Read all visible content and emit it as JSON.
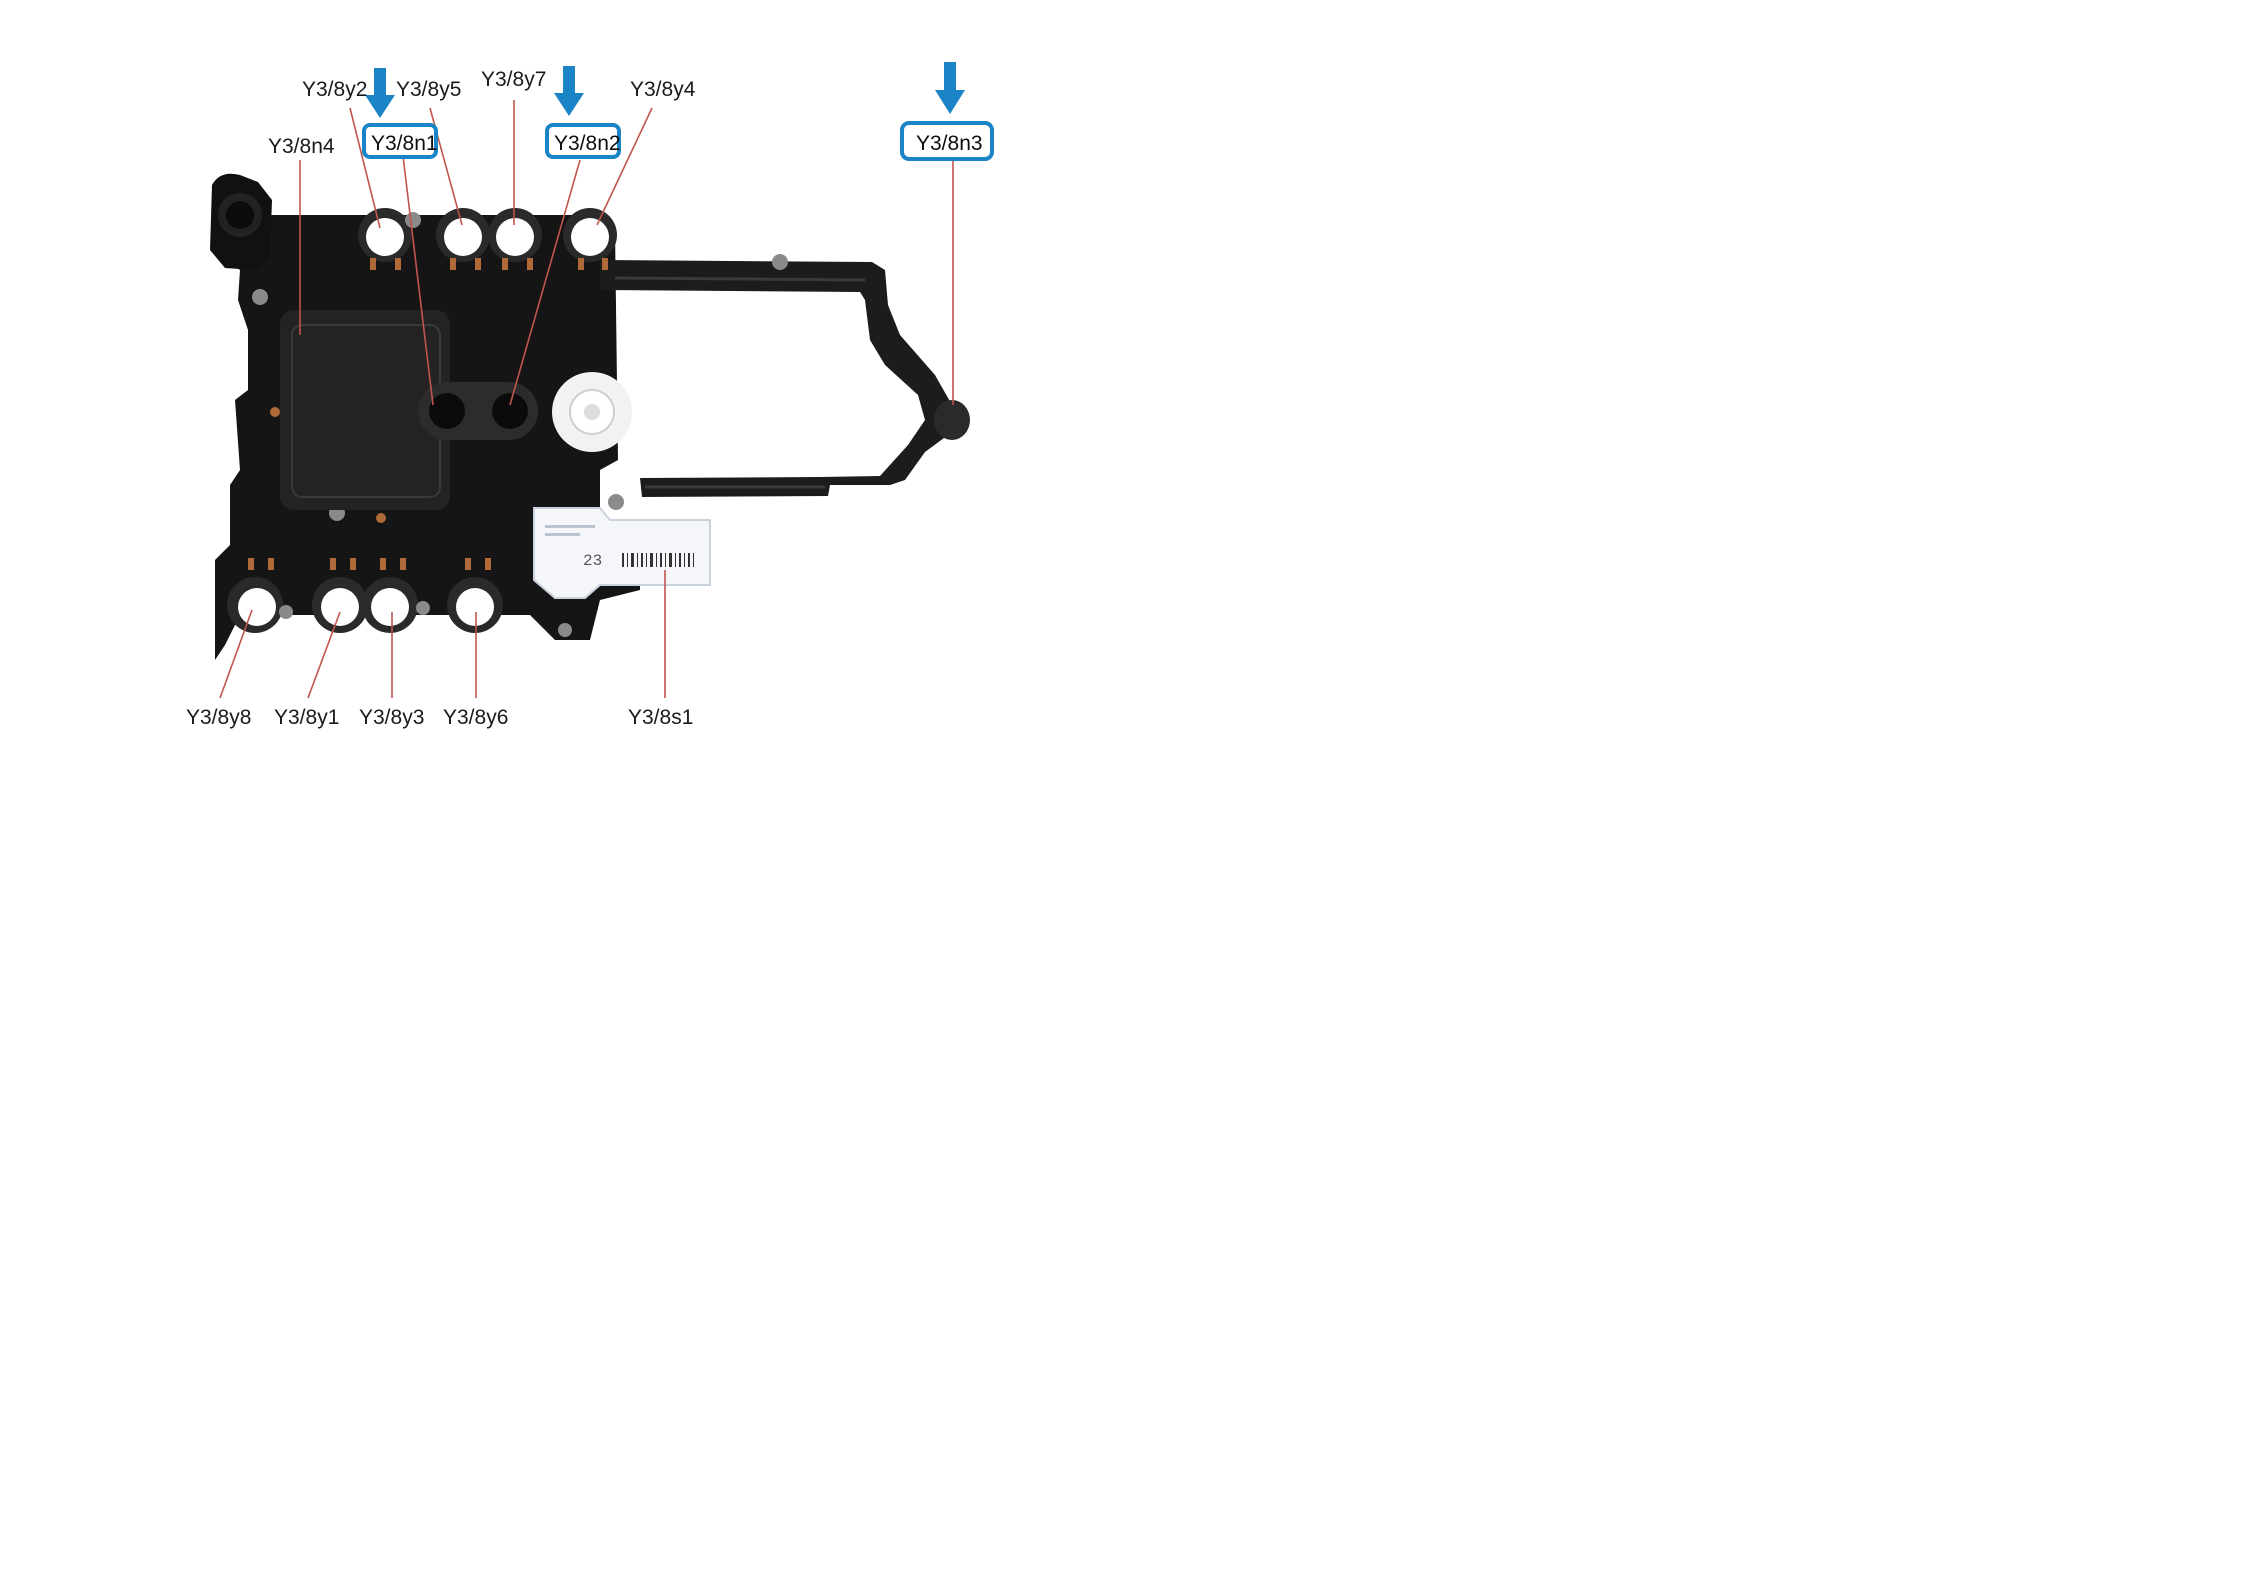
{
  "colors": {
    "highlight": "#1b84c6",
    "leader": "#c0554e",
    "body": "#151515",
    "label": "#1a1a1a"
  },
  "labels": {
    "y8y2": "Y3/8y2",
    "y8y5": "Y3/8y5",
    "y8y7": "Y3/8y7",
    "y8y4": "Y3/8y4",
    "y8n4": "Y3/8n4",
    "y8n1": "Y3/8n1",
    "y8n2": "Y3/8n2",
    "y8n3": "Y3/8n3",
    "y8y8": "Y3/8y8",
    "y8y1": "Y3/8y1",
    "y8y3": "Y3/8y3",
    "y8y6": "Y3/8y6",
    "y8s1": "Y3/8s1"
  },
  "sticker": {
    "number": "23"
  }
}
